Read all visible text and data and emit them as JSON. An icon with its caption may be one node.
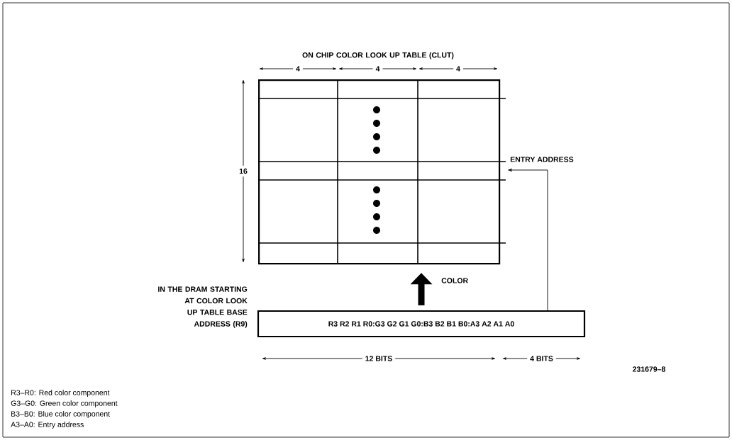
{
  "diagram": {
    "nodes": [
      {
        "text": [
          "ON CHIP COLOR LOOK UP TABLE (CLUT)"
        ]
      },
      {
        "text": [
          "R3 R2 R1 R0:G3 G2 G1 G0:B3 B2 B1 B0:A3 A2 A1 A0"
        ],
        "beside": [
          "IN THE DRAM STARTING AT COLOR LOOK UP TABLE BASE ADDRESS (R9)"
        ]
      }
    ],
    "edges": [
      {
        "from": 1,
        "to": 0,
        "arrow": "to",
        "label": "COLOR",
        "style": "thick"
      },
      {
        "from": 1,
        "to": 0,
        "arrow": "to",
        "label": "ENTRY ADDRESS"
      }
    ],
    "labels": [
      "4",
      "4",
      "4",
      "16",
      "12 BITS",
      "4 BITS",
      "231679–8",
      "R3–R0: Red color component",
      "G3–G0: Green color component",
      "B3–B0: Blue color component",
      "A3–A0: Entry address"
    ]
  }
}
